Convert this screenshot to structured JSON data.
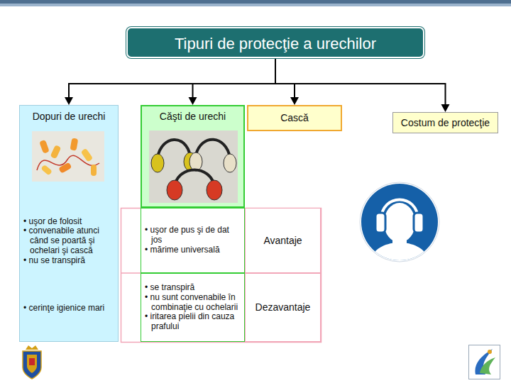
{
  "diagram": {
    "nodes": [
      {
        "text": [
          "Tipuri de protecţie a urechilor"
        ]
      },
      {
        "text": [
          "Dopuri de urechi",
          "• uşor de folosit",
          "• convenabile atunci când se poartă şi ochelari şi cască",
          "• nu se transpiră",
          "• cerinţe igienice mari"
        ]
      },
      {
        "text": [
          "Căşti de urechi"
        ]
      },
      {
        "text": [
          "Cască"
        ]
      },
      {
        "text": [
          "Costum de protecţie"
        ]
      },
      {
        "text": [
          "• uşor de pus şi de dat jos",
          "• mărime universală"
        ]
      },
      {
        "text": [
          "• se transpiră",
          "• nu sunt convenabile în combinaţie cu ochelarii",
          "• iritarea pielii din cauza prafului"
        ]
      },
      {
        "text": [
          "Avantaje"
        ]
      },
      {
        "text": [
          "Dezavantaje"
        ]
      }
    ],
    "edges": [
      {
        "from": 0,
        "to": 1,
        "arrow": "to"
      },
      {
        "from": 0,
        "to": 2,
        "arrow": "to"
      },
      {
        "from": 0,
        "to": 3,
        "arrow": "to"
      },
      {
        "from": 0,
        "to": 4,
        "arrow": "to"
      }
    ]
  }
}
